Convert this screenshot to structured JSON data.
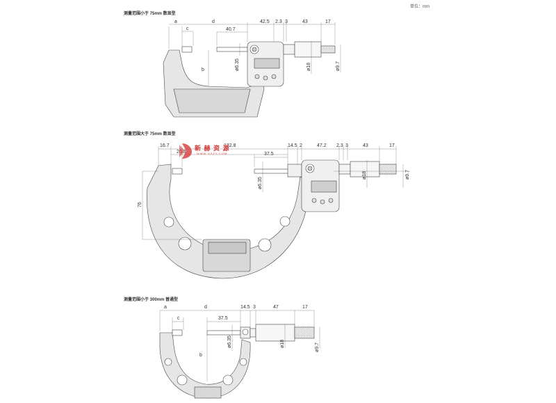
{
  "unit_label": "单位：mm",
  "sections": [
    {
      "title": "测量范围小于 75mm 数显型",
      "dims": {
        "a": "a",
        "c": "c",
        "d": "d",
        "d1": "40.7",
        "w1": "42.5",
        "w2": "2.3",
        "w3": "3",
        "w4": "43",
        "w5": "17",
        "b": "b",
        "spindle": "ø6.35",
        "sleeve": "ø18",
        "thimble": "ø9.7"
      }
    },
    {
      "title": "测量范围大于 75mm 数显型",
      "dims": {
        "d1": "16.7",
        "d2": "20.3",
        "d3": "132.8",
        "d4": "14.5",
        "d5": "2",
        "d6": "47.2",
        "d7": "2.3",
        "d8": "3",
        "d9": "43",
        "d10": "17",
        "d11": "37.5",
        "h": "76",
        "spindle": "ø6.35",
        "sleeve": "ø18",
        "thimble": "ø9.7"
      }
    },
    {
      "title": "测量范围小于 300mm 普通型",
      "dims": {
        "a": "a",
        "c": "c",
        "d": "d",
        "d1": "37.5",
        "w1": "14.5",
        "w2": "3",
        "w3": "47",
        "w4": "17",
        "b": "b",
        "spindle": "ø6.35",
        "sleeve": "ø18",
        "thimble": "ø9.7"
      }
    }
  ],
  "watermark": {
    "cn": "新 赫 资 源",
    "url": "WWW.XZZY.COM"
  }
}
